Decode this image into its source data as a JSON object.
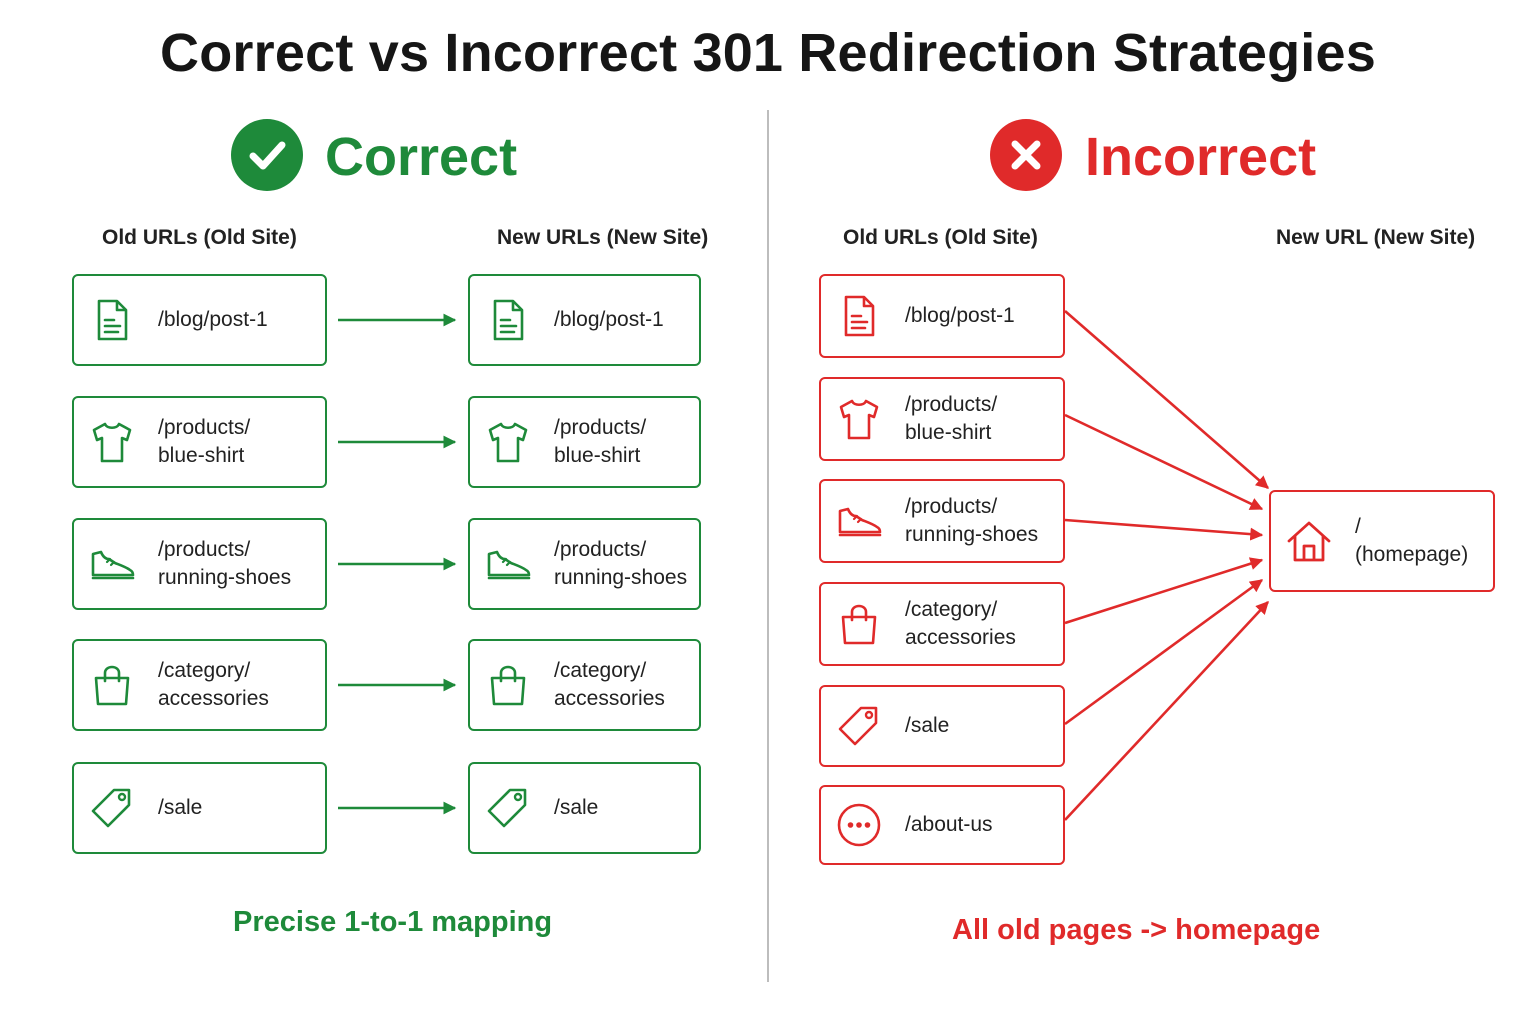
{
  "title": "Correct vs Incorrect 301 Redirection Strategies",
  "colors": {
    "correct": "#1e8a3a",
    "incorrect": "#e02a2a"
  },
  "correct": {
    "heading": "Correct",
    "badge_icon": "checkmark-icon",
    "old_header": "Old URLs (Old Site)",
    "new_header": "New URLs (New Site)",
    "old_urls": [
      {
        "path": "/blog/post-1",
        "icon": "document-icon"
      },
      {
        "path": "/products/\nblue-shirt",
        "icon": "tshirt-icon"
      },
      {
        "path": "/products/\nrunning-shoes",
        "icon": "shoe-icon"
      },
      {
        "path": "/category/\naccessories",
        "icon": "shopping-bag-icon"
      },
      {
        "path": "/sale",
        "icon": "tag-icon"
      }
    ],
    "new_urls": [
      {
        "path": "/blog/post-1",
        "icon": "document-icon"
      },
      {
        "path": "/products/\nblue-shirt",
        "icon": "tshirt-icon"
      },
      {
        "path": "/products/\nrunning-shoes",
        "icon": "shoe-icon"
      },
      {
        "path": "/category/\naccessories",
        "icon": "shopping-bag-icon"
      },
      {
        "path": "/sale",
        "icon": "tag-icon"
      }
    ],
    "caption": "Precise 1-to-1 mapping"
  },
  "incorrect": {
    "heading": "Incorrect",
    "badge_icon": "cross-icon",
    "old_header": "Old URLs (Old Site)",
    "new_header": "New URL (New Site)",
    "old_urls": [
      {
        "path": "/blog/post-1",
        "icon": "document-icon"
      },
      {
        "path": "/products/\nblue-shirt",
        "icon": "tshirt-icon"
      },
      {
        "path": "/products/\nrunning-shoes",
        "icon": "shoe-icon"
      },
      {
        "path": "/category/\naccessories",
        "icon": "shopping-bag-icon"
      },
      {
        "path": "/sale",
        "icon": "tag-icon"
      },
      {
        "path": "/about-us",
        "icon": "more-dots-icon"
      }
    ],
    "target": {
      "path": "/\n(homepage)",
      "icon": "home-icon"
    },
    "caption": "All old pages -> homepage"
  }
}
